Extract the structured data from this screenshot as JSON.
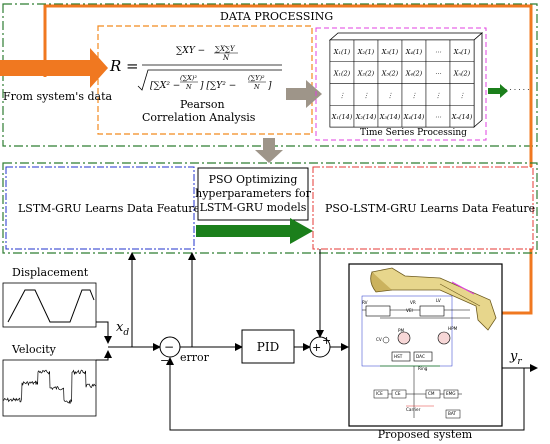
{
  "data_processing": {
    "title": "DATA PROCESSING",
    "source_label": "From system's data",
    "pearson_title": "Pearson",
    "pearson_subtitle": "Correlation Analysis",
    "formula": {
      "r_symbol": "R =",
      "numerator": "∑XY − ∑X∑Y / N",
      "denominator": "√[∑X² − (∑X)²/N] [∑Y² − (∑Y)²/N]"
    },
    "time_series_label": "Time Series Processing",
    "matrix_rows": [
      [
        "X₁(1)",
        "X₂(1)",
        "X₃(1)",
        "X₄(1)",
        "⋯",
        "Xₙ(1)"
      ],
      [
        "X₁(2)",
        "X₂(2)",
        "X₃(2)",
        "X₄(2)",
        "⋯",
        "Xₙ(2)"
      ],
      [
        "⋮",
        "⋮",
        "⋮",
        "⋮",
        "⋮",
        "⋮"
      ],
      [
        "X₁(14)",
        "X₂(14)",
        "X₃(14)",
        "X₄(14)",
        "⋯",
        "Xₙ(14)"
      ]
    ],
    "matrix_continuation": "· · · · · ·"
  },
  "learning": {
    "lstm_gru_label": "LSTM-GRU Learns Data Feature",
    "pso_optimizing_label": [
      "PSO Optimizing",
      "hyperparameters for",
      "LSTM-GRU models"
    ],
    "pso_lstm_gru_label": "PSO-LSTM-GRU Learns Data Feature"
  },
  "control": {
    "displacement_label": "Displacement",
    "velocity_label": "Velocity",
    "xd_label": "x",
    "xd_sub": "d",
    "error_label": "error",
    "pid_label": "PID",
    "yr_label": "y",
    "yr_sub": "r",
    "minus_sign": "−",
    "plus_sign": "+",
    "system_label": "Proposed system"
  },
  "system_schematic": {
    "labels": [
      "RV",
      "VR",
      "LV",
      "VEI",
      "PM",
      "HPM",
      "CV",
      "HST",
      "DAC",
      "Ring",
      "ICE",
      "CE",
      "CM",
      "EMG",
      "Carrier",
      "BAT"
    ]
  },
  "colors": {
    "orange": "#f07820",
    "green_dash": "#2e7d32",
    "orange_dash": "#f28a1e",
    "magenta_dash": "#e040e0",
    "blue_dash": "#2233cc",
    "red_dash": "#e53935",
    "gray_arrow": "#9e9589",
    "green_arrow": "#1b7f1b"
  }
}
